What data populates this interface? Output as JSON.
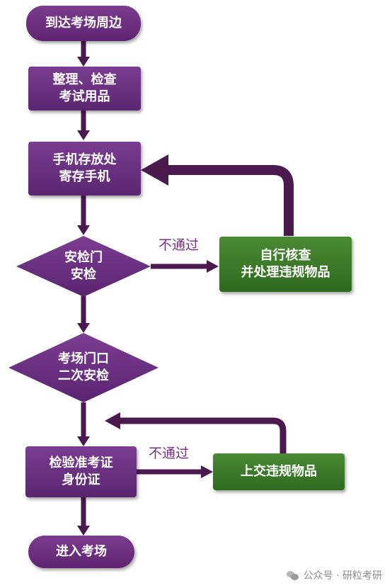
{
  "nodes": {
    "arrive": "到达考场周边",
    "check_items": "整理、检查\n考试用品",
    "phone_storage": "手机存放处\n寄存手机",
    "security_gate": "安检门\n安检",
    "self_check": "自行核查\n并处理违规物品",
    "second_check": "考场门口\n二次安检",
    "verify_docs": "检验准考证\n身份证",
    "hand_over": "上交违规物品",
    "enter": "进入考场"
  },
  "edges": {
    "fail_1": "不通过",
    "fail_2": "不通过"
  },
  "colors": {
    "purple": "#6a2c7e",
    "green": "#3a7a28",
    "arrow": "#4a1a4e",
    "label": "#7a2f86"
  },
  "watermark": {
    "icon": "wechat-icon",
    "text": "公众号 · 研粒考研"
  }
}
